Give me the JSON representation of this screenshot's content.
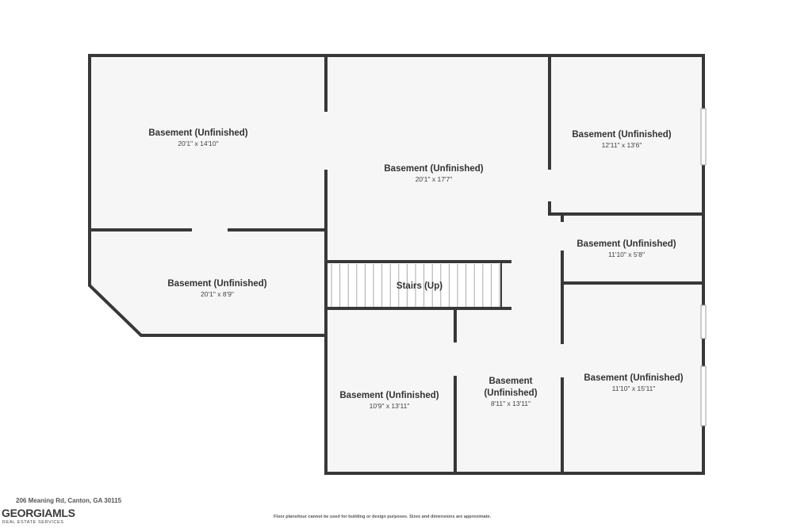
{
  "rooms": [
    {
      "label": "Basement (Unfinished)",
      "dims": "20'1\" x 14'10\""
    },
    {
      "label": "Basement (Unfinished)",
      "dims": "20'1\" x 17'7\""
    },
    {
      "label": "Basement (Unfinished)",
      "dims": "12'11\" x 13'6\""
    },
    {
      "label": "Basement (Unfinished)",
      "dims": "11'10\" x 5'8\""
    },
    {
      "label": "Basement (Unfinished)",
      "dims": "20'1\" x 8'9\""
    },
    {
      "label": "Basement (Unfinished)",
      "dims": "10'9\" x 13'11\""
    },
    {
      "label_line1": "Basement",
      "label_line2": "(Unfinished)",
      "dims": "8'11\" x 13'11\""
    },
    {
      "label": "Basement (Unfinished)",
      "dims": "11'10\" x 15'11\""
    }
  ],
  "stairs": {
    "label": "Stairs (Up)"
  },
  "footer": {
    "address": "206 Meaning Rd, Canton, GA 30115",
    "disclaimer": "Floor plans/tour cannot be used for building or design purposes. Sizes and dimensions are approximate."
  },
  "logo": {
    "text": "GEORGIAMLS",
    "subtext": "REAL ESTATE SERVICES"
  },
  "colors": {
    "wall": "#383838",
    "floor": "#f6f6f6",
    "background": "#ffffff"
  }
}
